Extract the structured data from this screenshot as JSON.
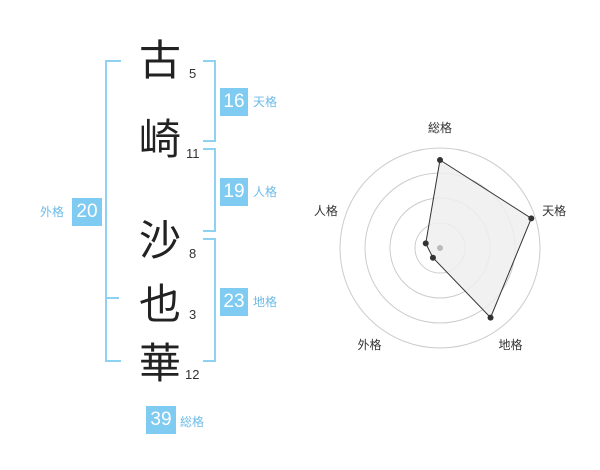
{
  "name": {
    "chars": [
      {
        "char": "古",
        "strokes": "5"
      },
      {
        "char": "崎",
        "strokes": "11"
      },
      {
        "char": "沙",
        "strokes": "8"
      },
      {
        "char": "也",
        "strokes": "3"
      },
      {
        "char": "華",
        "strokes": "12"
      }
    ]
  },
  "scores": {
    "tenkaku": {
      "value": "16",
      "label": "天格"
    },
    "jinkaku": {
      "value": "19",
      "label": "人格"
    },
    "chikaku": {
      "value": "23",
      "label": "地格"
    },
    "gaikaku": {
      "value": "20",
      "label": "外格"
    },
    "soukaku": {
      "value": "39",
      "label": "総格"
    }
  },
  "colors": {
    "accent": "#7fcbf1",
    "bracket": "#8fd1f3",
    "radar_fill": "#eeeeee",
    "radar_line": "#333333"
  },
  "chart_data": {
    "type": "radar",
    "axes": [
      "総格",
      "天格",
      "地格",
      "外格",
      "人格"
    ],
    "rings": 4,
    "values": [
      0.88,
      0.96,
      0.86,
      0.12,
      0.15
    ],
    "scale": [
      0,
      1
    ]
  }
}
